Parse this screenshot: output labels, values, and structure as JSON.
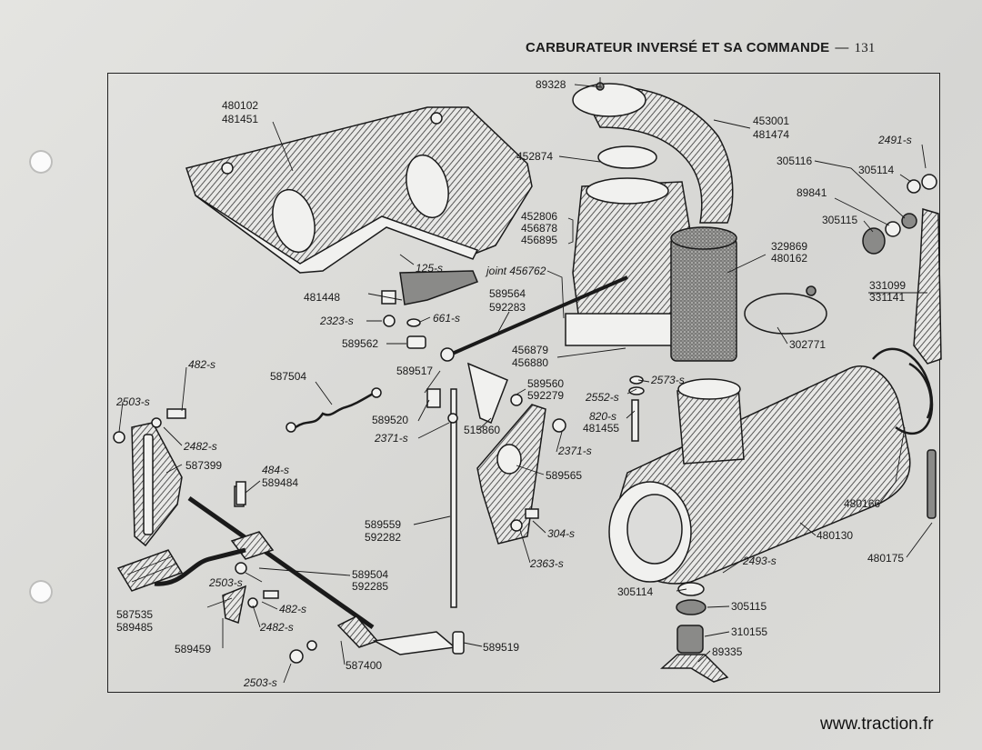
{
  "page": {
    "header_title": "CARBURATEUR INVERSÉ ET SA COMMANDE",
    "header_dash": "—",
    "page_number": "131",
    "watermark": "www.traction.fr"
  },
  "labels": [
    {
      "id": "l-480102",
      "text": "480102"
    },
    {
      "id": "l-481451",
      "text": "481451"
    },
    {
      "id": "l-89328",
      "text": "89328"
    },
    {
      "id": "l-453001",
      "text": "453001"
    },
    {
      "id": "l-481474",
      "text": "481474"
    },
    {
      "id": "l-452874",
      "text": "452874"
    },
    {
      "id": "l-2491",
      "text": "2491-s"
    },
    {
      "id": "l-305116",
      "text": "305116"
    },
    {
      "id": "l-305114a",
      "text": "305114"
    },
    {
      "id": "l-89841",
      "text": "89841"
    },
    {
      "id": "l-305115a",
      "text": "305115"
    },
    {
      "id": "l-452806",
      "text": "452806"
    },
    {
      "id": "l-456878",
      "text": "456878"
    },
    {
      "id": "l-456895",
      "text": "456895"
    },
    {
      "id": "l-329869",
      "text": "329869"
    },
    {
      "id": "l-480162",
      "text": "480162"
    },
    {
      "id": "l-125",
      "text": "125-s"
    },
    {
      "id": "l-joint",
      "text": "joint 456762"
    },
    {
      "id": "l-331099",
      "text": "331099"
    },
    {
      "id": "l-331141",
      "text": "331141"
    },
    {
      "id": "l-481448",
      "text": "481448"
    },
    {
      "id": "l-589564",
      "text": "589564"
    },
    {
      "id": "l-592283",
      "text": "592283"
    },
    {
      "id": "l-2323",
      "text": "2323-s"
    },
    {
      "id": "l-661",
      "text": "661-s"
    },
    {
      "id": "l-302771",
      "text": "302771"
    },
    {
      "id": "l-589562",
      "text": "589562"
    },
    {
      "id": "l-456879",
      "text": "456879"
    },
    {
      "id": "l-456880",
      "text": "456880"
    },
    {
      "id": "l-482a",
      "text": "482-s"
    },
    {
      "id": "l-587504",
      "text": "587504"
    },
    {
      "id": "l-589517",
      "text": "589517"
    },
    {
      "id": "l-589560",
      "text": "589560"
    },
    {
      "id": "l-592279",
      "text": "592279"
    },
    {
      "id": "l-2573",
      "text": "2573-s"
    },
    {
      "id": "l-2552",
      "text": "2552-s"
    },
    {
      "id": "l-2503a",
      "text": "2503-s"
    },
    {
      "id": "l-589520",
      "text": "589520"
    },
    {
      "id": "l-515860",
      "text": "515860"
    },
    {
      "id": "l-820",
      "text": "820-s"
    },
    {
      "id": "l-481455",
      "text": "481455"
    },
    {
      "id": "l-2482a",
      "text": "2482-s"
    },
    {
      "id": "l-2371a",
      "text": "2371-s"
    },
    {
      "id": "l-2371b",
      "text": "2371-s"
    },
    {
      "id": "l-587399",
      "text": "587399"
    },
    {
      "id": "l-484",
      "text": "484-s"
    },
    {
      "id": "l-589484",
      "text": "589484"
    },
    {
      "id": "l-589565",
      "text": "589565"
    },
    {
      "id": "l-480166",
      "text": "480166"
    },
    {
      "id": "l-589559",
      "text": "589559"
    },
    {
      "id": "l-592282",
      "text": "592282"
    },
    {
      "id": "l-304",
      "text": "304-s"
    },
    {
      "id": "l-480130",
      "text": "480130"
    },
    {
      "id": "l-480175",
      "text": "480175"
    },
    {
      "id": "l-2363",
      "text": "2363-s"
    },
    {
      "id": "l-2493",
      "text": "2493-s"
    },
    {
      "id": "l-2503b",
      "text": "2503-s"
    },
    {
      "id": "l-589504",
      "text": "589504"
    },
    {
      "id": "l-592285",
      "text": "592285"
    },
    {
      "id": "l-305114b",
      "text": "305114"
    },
    {
      "id": "l-305115b",
      "text": "305115"
    },
    {
      "id": "l-587535",
      "text": "587535"
    },
    {
      "id": "l-589485",
      "text": "589485"
    },
    {
      "id": "l-482b",
      "text": "482-s"
    },
    {
      "id": "l-2482b",
      "text": "2482-s"
    },
    {
      "id": "l-310155",
      "text": "310155"
    },
    {
      "id": "l-589459",
      "text": "589459"
    },
    {
      "id": "l-589519",
      "text": "589519"
    },
    {
      "id": "l-89335",
      "text": "89335"
    },
    {
      "id": "l-587400",
      "text": "587400"
    },
    {
      "id": "l-2503c",
      "text": "2503-s"
    }
  ]
}
